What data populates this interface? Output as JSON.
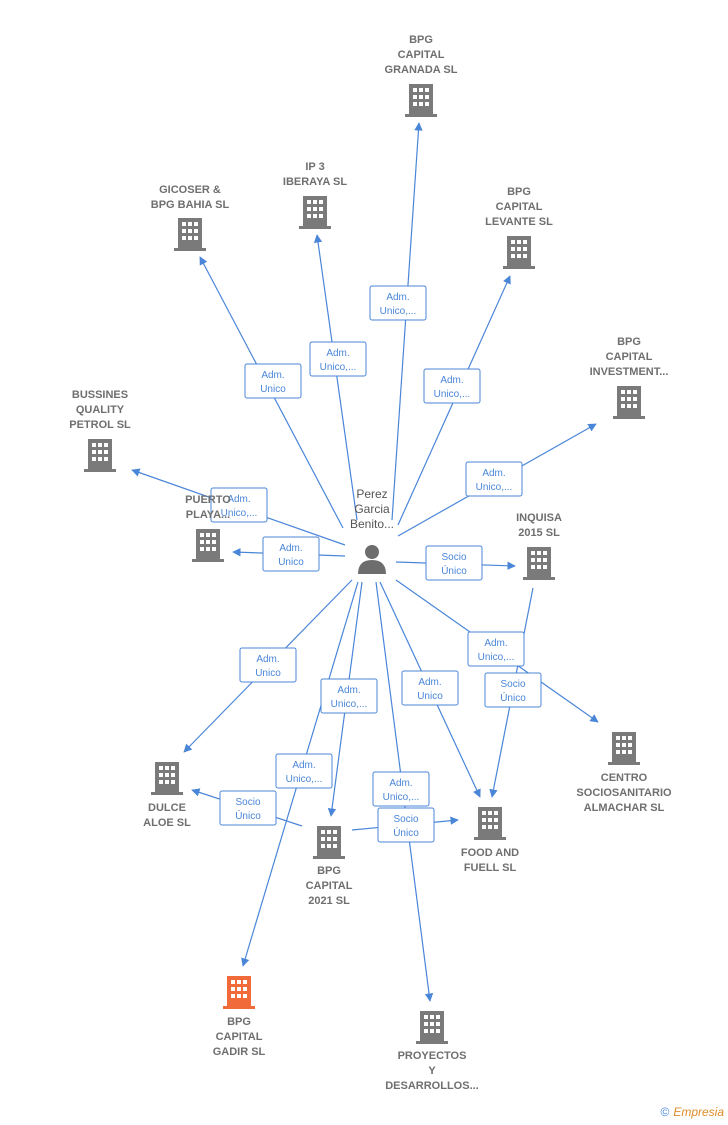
{
  "colors": {
    "edge": "#4a86d8",
    "company": "#7a7a7a",
    "highlight": "#f06a3a",
    "person": "#6d6d6d"
  },
  "person": {
    "label": [
      "Perez",
      "Garcia",
      "Benito..."
    ]
  },
  "companies": [
    {
      "id": "granada",
      "label": [
        "BPG",
        "CAPITAL",
        "GRANADA SL"
      ]
    },
    {
      "id": "ip3",
      "label": [
        "IP 3",
        "IBERAYA SL"
      ]
    },
    {
      "id": "gicoser",
      "label": [
        "GICOSER &",
        "BPG BAHIA SL"
      ]
    },
    {
      "id": "levante",
      "label": [
        "BPG",
        "CAPITAL",
        "LEVANTE SL"
      ]
    },
    {
      "id": "investment",
      "label": [
        "BPG",
        "CAPITAL",
        "INVESTMENT..."
      ]
    },
    {
      "id": "bussines",
      "label": [
        "BUSSINES",
        "QUALITY",
        "PETROL SL"
      ]
    },
    {
      "id": "puerto",
      "label": [
        "PUERTO",
        "PLAYA..."
      ]
    },
    {
      "id": "inquisa",
      "label": [
        "INQUISA",
        "2015 SL"
      ]
    },
    {
      "id": "centro",
      "label": [
        "CENTRO",
        "SOCIOSANITARIO",
        "ALMACHAR SL"
      ]
    },
    {
      "id": "dulce",
      "label": [
        "DULCE",
        "ALOE SL"
      ]
    },
    {
      "id": "food",
      "label": [
        "FOOD AND",
        "FUELL SL"
      ]
    },
    {
      "id": "capital2021",
      "label": [
        "BPG",
        "CAPITAL",
        "2021 SL"
      ]
    },
    {
      "id": "gadir",
      "label": [
        "BPG",
        "CAPITAL",
        "GADIR SL"
      ],
      "highlight": true
    },
    {
      "id": "proyectos",
      "label": [
        "PROYECTOS",
        "Y",
        "DESARROLLOS..."
      ]
    }
  ],
  "edges": [
    {
      "from": "person",
      "to": "granada",
      "label": [
        "Adm.",
        "Unico,..."
      ]
    },
    {
      "from": "person",
      "to": "ip3",
      "label": [
        "Adm.",
        "Unico,..."
      ]
    },
    {
      "from": "person",
      "to": "gicoser",
      "label": [
        "Adm.",
        "Unico"
      ]
    },
    {
      "from": "person",
      "to": "levante",
      "label": [
        "Adm.",
        "Unico,..."
      ]
    },
    {
      "from": "person",
      "to": "investment",
      "label": [
        "Adm.",
        "Unico,..."
      ]
    },
    {
      "from": "person",
      "to": "bussines",
      "label": [
        "Adm.",
        "Unico,..."
      ]
    },
    {
      "from": "person",
      "to": "puerto",
      "label": [
        "Adm.",
        "Unico"
      ]
    },
    {
      "from": "person",
      "to": "inquisa",
      "label": [
        "Socio",
        "Único"
      ]
    },
    {
      "from": "person",
      "to": "centro",
      "label": [
        "Adm.",
        "Unico,..."
      ]
    },
    {
      "from": "person",
      "to": "dulce",
      "label": [
        "Adm.",
        "Unico"
      ]
    },
    {
      "from": "person",
      "to": "capital2021",
      "label": [
        "Adm.",
        "Unico,..."
      ]
    },
    {
      "from": "person",
      "to": "food",
      "label": [
        "Adm.",
        "Unico"
      ]
    },
    {
      "from": "person",
      "to": "gadir",
      "label": [
        "Adm.",
        "Unico,..."
      ]
    },
    {
      "from": "person",
      "to": "proyectos",
      "label": [
        "Adm.",
        "Unico,..."
      ]
    },
    {
      "from": "inquisa",
      "to": "food",
      "label": [
        "Socio",
        "Único"
      ]
    },
    {
      "from": "capital2021",
      "to": "dulce",
      "label": [
        "Socio",
        "Único"
      ]
    },
    {
      "from": "capital2021",
      "to": "food",
      "label": [
        "Socio",
        "Único"
      ]
    }
  ],
  "footer": {
    "copyright": "©",
    "brand": "Empresia"
  }
}
